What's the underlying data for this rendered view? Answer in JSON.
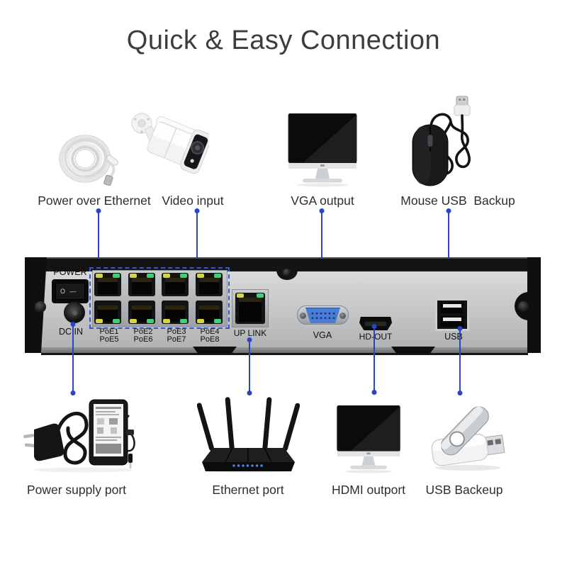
{
  "title": "Quick & Easy Connection",
  "top_items": [
    {
      "label": "Power over Ethernet",
      "icon": "ethernet-cable-coil-icon"
    },
    {
      "label": "Video input",
      "icon": "bullet-camera-icon"
    },
    {
      "label": "VGA output",
      "icon": "monitor-icon"
    },
    {
      "label": "Mouse USB  Backup",
      "icon": "usb-mouse-icon"
    }
  ],
  "panel": {
    "power_label": "POWER",
    "power_switch_marks": "O —",
    "dc_in_label": "DC IN",
    "poe_columns": [
      {
        "top": "PoE1",
        "bottom": "PoE5"
      },
      {
        "top": "PoE2",
        "bottom": "PoE6"
      },
      {
        "top": "PoE3",
        "bottom": "PoE7"
      },
      {
        "top": "PoE4",
        "bottom": "PoE8"
      }
    ],
    "uplink_label": "UP LINK",
    "vga_label": "VGA",
    "hdmi_label": "HD-OUT",
    "usb_label": "USB"
  },
  "bottom_items": [
    {
      "label": "Power supply port",
      "icon": "power-adapter-icon"
    },
    {
      "label": "Ethernet port",
      "icon": "wifi-router-icon"
    },
    {
      "label": "HDMI outport",
      "icon": "monitor-icon"
    },
    {
      "label": "USB Backeup",
      "icon": "usb-flash-drive-icon"
    }
  ],
  "colors": {
    "arrow_blue": "#2b44c4",
    "dashed_box_blue": "#3a55cc",
    "panel_gray": "#c9cbcd",
    "vga_blue": "#4a7bd6",
    "led_yellow": "#d6d24a",
    "led_green": "#3fcf78"
  }
}
